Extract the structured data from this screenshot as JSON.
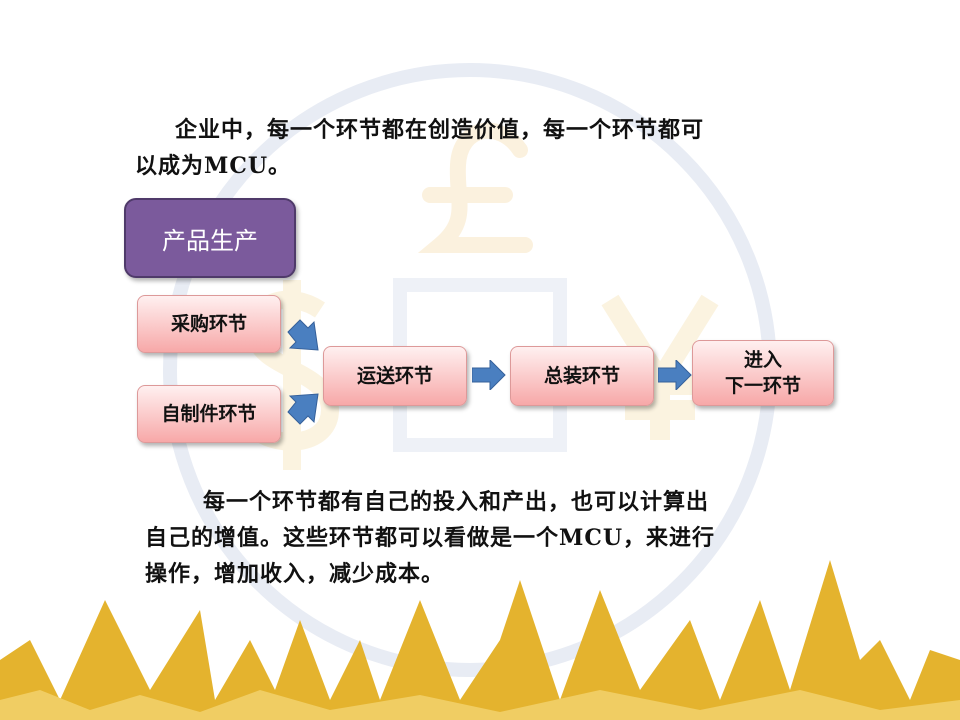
{
  "intro_text": "企业中，每一个环节都在创造价值，每一个环节都可以成为MCU。",
  "intro_line1": "企业中，每一个环节都在创造价值，每一个环节都可",
  "intro_line2": "以成为MCU。",
  "diagram": {
    "title": "产品生产",
    "nodes": {
      "purchase": "采购环节",
      "self_made": "自制件环节",
      "transport": "运送环节",
      "assembly": "总装环节",
      "next_line1": "进入",
      "next_line2": "下一环节"
    }
  },
  "summary_line1": "每一个环节都有自己的投入和产出，也可以计算出",
  "summary_line2": "自己的增值。这些环节都可以看做是一个MCU，来进行",
  "summary_line3": "操作，增加收入，减少成本。",
  "colors": {
    "title_box": "#7b5a9c",
    "node": "#f7a8a8",
    "arrow": "#4a7fc0",
    "gold": "#e8b830"
  }
}
